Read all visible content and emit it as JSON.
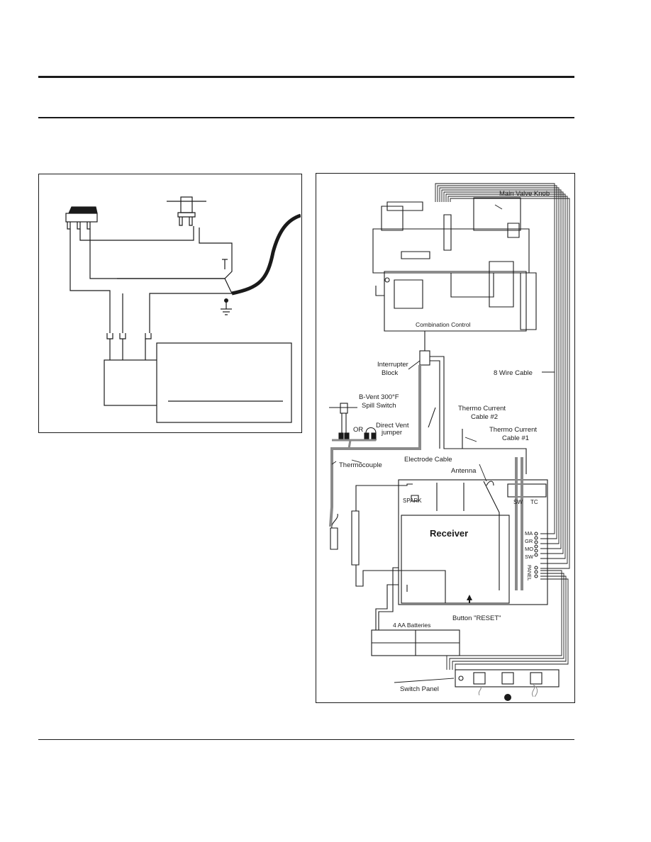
{
  "labels": {
    "main_valve_knob": "Main Valve Knob",
    "combination_control": "Combination Control",
    "interrupter_block_1": "Interrupter",
    "interrupter_block_2": "Block",
    "wire_cable": "8 Wire Cable",
    "bvent_1": "B-Vent 300°F",
    "bvent_2": "Spill Switch",
    "or": "OR",
    "direct_vent_1": "Direct Vent",
    "direct_vent_2": "jumper",
    "thermo2_1": "Thermo Current",
    "thermo2_2": "Cable #2",
    "thermo1_1": "Thermo Current",
    "thermo1_2": "Cable #1",
    "thermocouple": "Thermocouple",
    "electrode_cable": "Electrode Cable",
    "antenna": "Antenna",
    "spark": "SPARK",
    "sw": "SW",
    "tc": "TC",
    "receiver": "Receiver",
    "term_ma": "MA",
    "term_gr": "GR",
    "term_mo": "MO",
    "term_sw": "SW",
    "term_panel": "PANEL",
    "reset_button": "Button \"RESET\"",
    "batteries": "4 AA Batteries",
    "switch_panel": "Switch Panel"
  },
  "colors": {
    "ink": "#1a1a1a",
    "cable_gray": "#8a8a8a"
  }
}
